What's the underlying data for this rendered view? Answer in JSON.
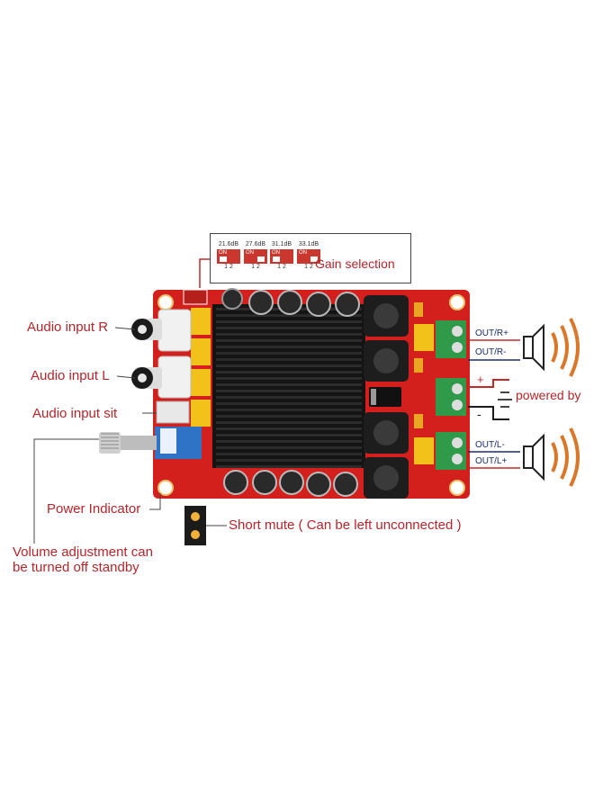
{
  "gain_selection": {
    "title": "Gain selection",
    "options": [
      {
        "db": "21.6dB",
        "on": "ON",
        "pins": "1 2"
      },
      {
        "db": "27.6dB",
        "on": "ON",
        "pins": "1 2"
      },
      {
        "db": "31.1dB",
        "on": "ON",
        "pins": "1 2"
      },
      {
        "db": "33.1dB",
        "on": "ON",
        "pins": "1 2"
      }
    ]
  },
  "left_labels": {
    "audio_input_r": "Audio input R",
    "audio_input_l": "Audio input L",
    "audio_input_sit": "Audio input sit",
    "power_indicator": "Power Indicator",
    "volume_line1": "Volume adjustment can",
    "volume_line2": "be turned off standby"
  },
  "short_mute": "Short mute ( Can be left unconnected )",
  "right_labels": {
    "out_r_plus": "OUT/R+",
    "out_r_minus": "OUT/R-",
    "powered_by": "powered by",
    "plus": "+",
    "minus": "-",
    "out_l_minus": "OUT/L-",
    "out_l_plus": "OUT/L+"
  },
  "colors": {
    "board": "#d3201c",
    "label": "#b3262b",
    "heatsink": "#161616",
    "terminal": "#2f9a4a",
    "speaker_wave": "#d9772a"
  }
}
